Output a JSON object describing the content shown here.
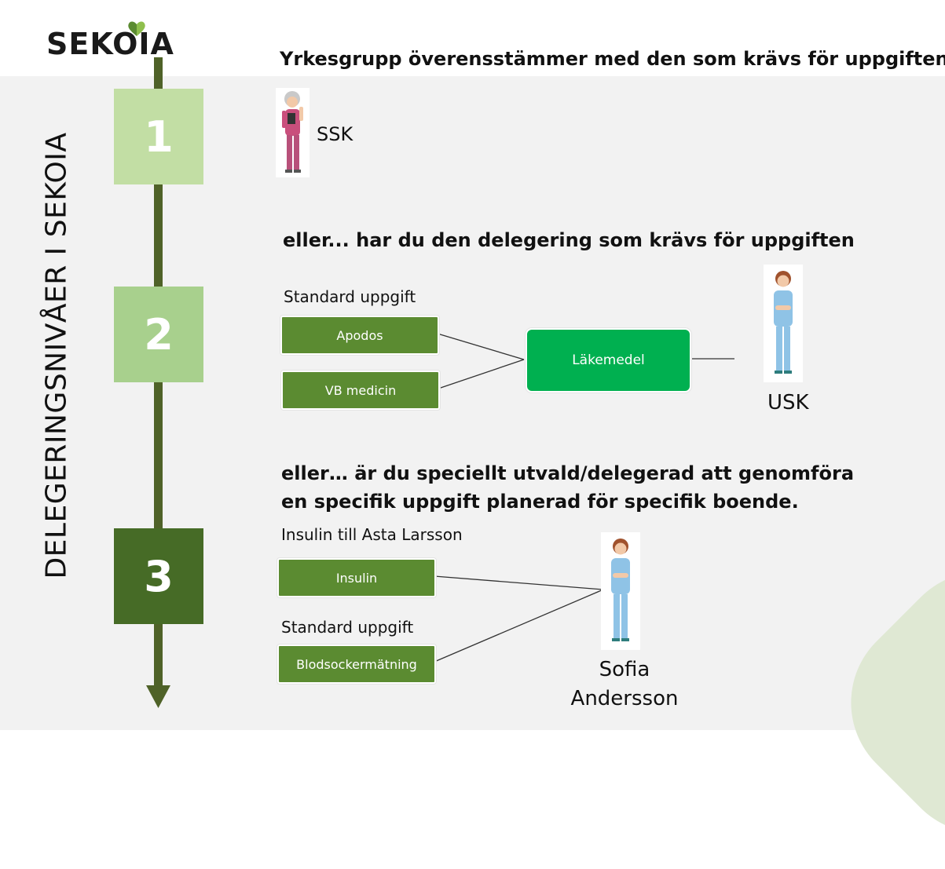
{
  "logo": {
    "text": "SEKOIA"
  },
  "vertical_title": "DELEGERINGSNIVÅER I SEKOIA",
  "levels": [
    {
      "number": "1"
    },
    {
      "number": "2"
    },
    {
      "number": "3"
    }
  ],
  "headings": {
    "level1": "Yrkesgrupp överensstämmer med den som krävs för uppgiften",
    "level2": "eller... har du den delegering som krävs för uppgiften",
    "level3": "eller… är du speciellt utvald/delegerad att genomföra en specifik uppgift planerad för specifik boende."
  },
  "level1": {
    "person_label": "SSK"
  },
  "level2": {
    "category_label": "Standard uppgift",
    "tasks": [
      "Apodos",
      "VB medicin"
    ],
    "group": "Läkemedel",
    "person_label": "USK"
  },
  "level3": {
    "specific_label": "Insulin till Asta Larsson",
    "specific_task": "Insulin",
    "standard_label": "Standard uppgift",
    "standard_task": "Blodsockermätning",
    "person_name_line1": "Sofia",
    "person_name_line2": "Andersson"
  },
  "colors": {
    "timeline": "#4f6228",
    "level1": "#c2dea4",
    "level2": "#a8d08d",
    "level3": "#466b26",
    "task": "#5b8b31",
    "group": "#00b050"
  },
  "icons": {
    "logo_mark": "leaf-heart-icon",
    "person_ssk": "nurse-senior-icon",
    "person_usk": "nurse-icon",
    "person_sofia": "nurse-icon"
  }
}
